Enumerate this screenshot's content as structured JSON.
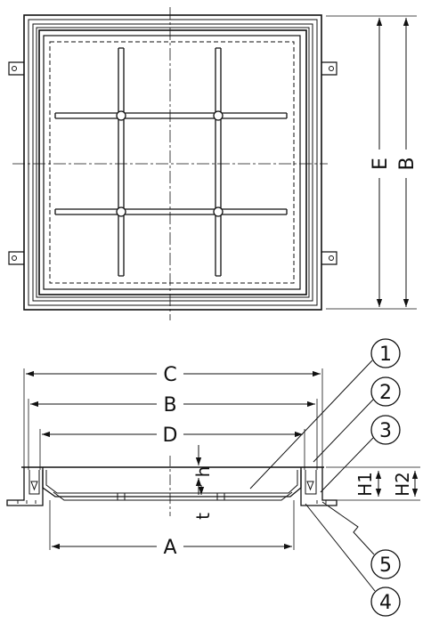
{
  "plan_view": {
    "dim_labels": {
      "E": "E",
      "B": "B"
    }
  },
  "section_view": {
    "dim_labels": {
      "C": "C",
      "B": "B",
      "D": "D",
      "A": "A",
      "h": "h",
      "t": "t",
      "H1": "H1",
      "H2": "H2"
    },
    "callouts": [
      "1",
      "2",
      "3",
      "4",
      "5"
    ]
  }
}
